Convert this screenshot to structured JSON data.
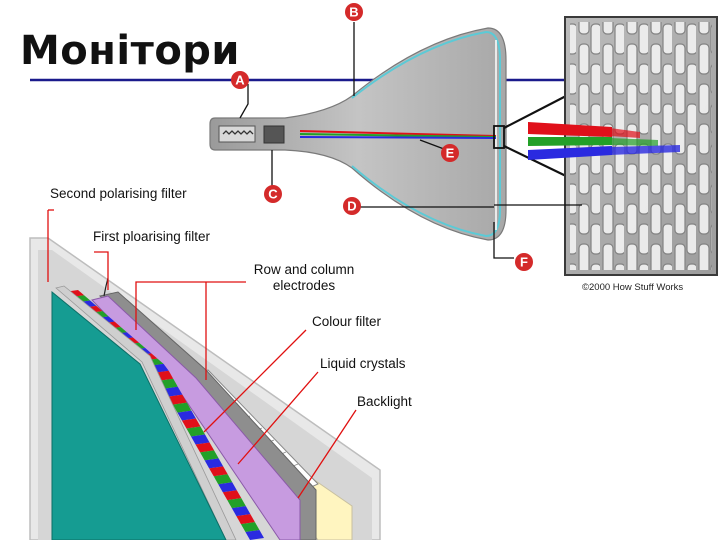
{
  "slide": {
    "title": "Монітори"
  },
  "crt": {
    "markers": [
      "A",
      "B",
      "C",
      "D",
      "E",
      "F"
    ],
    "copyright": "©2000 How Stuff Works",
    "colors": {
      "red": "#e0101a",
      "green": "#22a028",
      "blue": "#2a2ae0",
      "marker": "#d42a2a",
      "glass": "#b8b8b8",
      "glass_edge": "#5ccad6"
    }
  },
  "lcd": {
    "labels": {
      "second_polarising": "Second polarising filter",
      "first_polarising": "First ploarising filter",
      "electrodes_line1": "Row and column",
      "electrodes_line2": "electrodes",
      "colour_filter": "Colour filter",
      "liquid_crystals": "Liquid crystals",
      "backlight": "Backlight"
    },
    "colors": {
      "screen": "#159c92",
      "purple": "#c79be0",
      "leader": "#e01010",
      "backlight": "#fff5c0"
    }
  }
}
